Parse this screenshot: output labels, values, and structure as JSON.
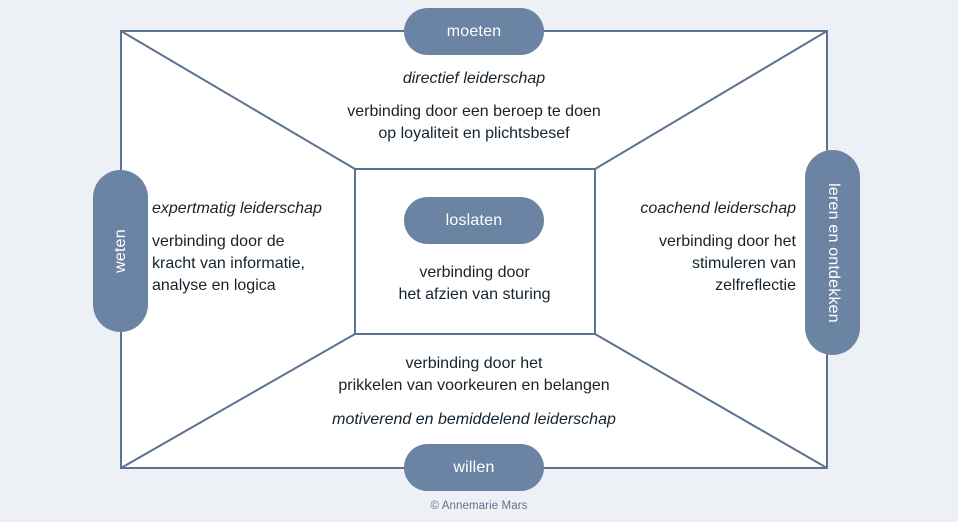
{
  "meta": {
    "credit": "© Annemarie Mars",
    "colors": {
      "background": "#edf0f5",
      "pill_fill": "#6b84a3",
      "pill_text": "#ffffff",
      "line": "#5c7390",
      "body_text": "#15232e",
      "credit_text": "#5e7490"
    }
  },
  "pills": {
    "top": {
      "label": "moeten"
    },
    "bottom": {
      "label": "willen"
    },
    "left": {
      "label": "weten"
    },
    "right": {
      "label": "leren en ontdekken"
    },
    "center": {
      "label": "loslaten"
    }
  },
  "quadrants": {
    "top": {
      "role": "directief leiderschap",
      "description": "verbinding door een beroep te doen\nop loyaliteit en plichtsbesef"
    },
    "left": {
      "role": "expertmatig leiderschap",
      "description": "verbinding door de\nkracht van informatie,\nanalyse en logica"
    },
    "right": {
      "role": "coachend leiderschap",
      "description": "verbinding door het\nstimuleren van\nzelfreflectie"
    },
    "bottom": {
      "role": "motiverend en bemiddelend leiderschap",
      "description": "verbinding door het\nprikkelen van voorkeuren en belangen"
    },
    "center": {
      "role": "",
      "description": "verbinding door\nhet afzien van sturing"
    }
  }
}
